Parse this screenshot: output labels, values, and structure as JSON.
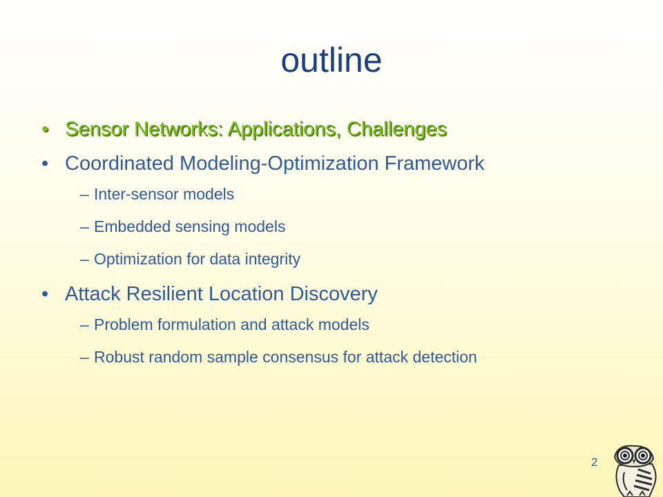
{
  "slide": {
    "title": "outline",
    "page_number": "2",
    "bullets": [
      {
        "text": "Sensor Networks: Applications, Challenges",
        "highlight": true,
        "sub": []
      },
      {
        "text": "Coordinated Modeling-Optimization Framework",
        "highlight": false,
        "sub": [
          "Inter-sensor models",
          "Embedded sensing models",
          "Optimization for data integrity"
        ]
      },
      {
        "text": "Attack Resilient Location Discovery",
        "highlight": false,
        "sub": [
          "Problem formulation and attack models",
          "Robust random sample consensus for attack detection"
        ]
      }
    ],
    "bullet_glyph": "•",
    "dash_glyph": "–"
  },
  "colors": {
    "title": "#1c3f84",
    "text": "#2e5a99",
    "highlight": "#7bbf1f"
  },
  "icons": {
    "logo": "owl-logo-icon"
  }
}
